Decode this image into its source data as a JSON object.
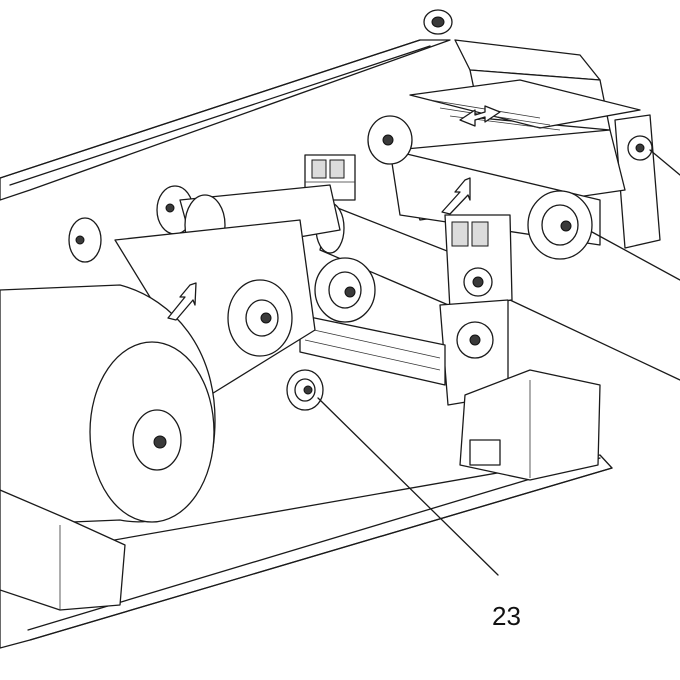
{
  "figure": {
    "reference_labels": [
      {
        "id": "label-23",
        "text": "23"
      }
    ],
    "arrow_count": 3
  }
}
